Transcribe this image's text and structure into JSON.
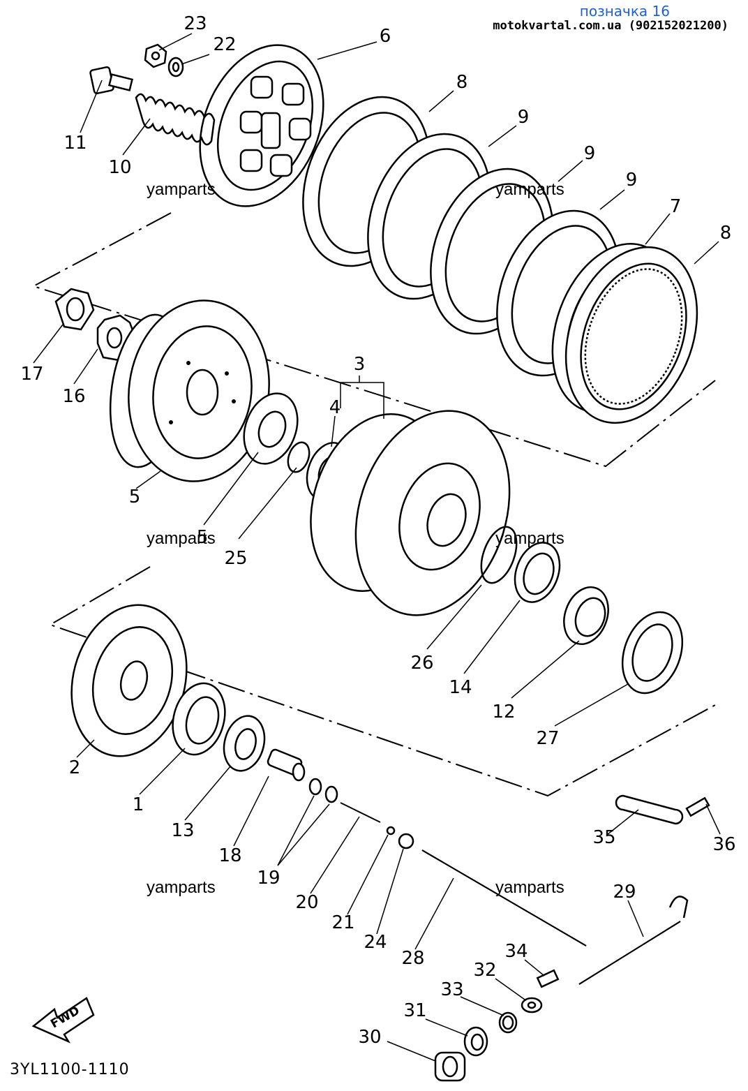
{
  "header": {
    "title": "позначка 16",
    "source": "motokvartal.com.ua (902152021200)"
  },
  "diagram_code": "3YL1100-1110",
  "fwd_label": "FWD",
  "watermarks": [
    "yamparts",
    "yamparts",
    "yamparts",
    "yamparts",
    "yamparts",
    "yamparts"
  ],
  "callouts": {
    "c23": "23",
    "c22": "22",
    "c6": "6",
    "c8a": "8",
    "c9a": "9",
    "c9b": "9",
    "c9c": "9",
    "c11": "11",
    "c10": "10",
    "c7": "7",
    "c8b": "8",
    "c17": "17",
    "c16": "16",
    "c3": "3",
    "c4": "4",
    "c5a": "5",
    "c5b": "5",
    "c25": "25",
    "c26": "26",
    "c14": "14",
    "c12": "12",
    "c27": "27",
    "c2": "2",
    "c1": "1",
    "c13": "13",
    "c18": "18",
    "c19": "19",
    "c20": "20",
    "c21": "21",
    "c24": "24",
    "c28": "28",
    "c35": "35",
    "c36": "36",
    "c29": "29",
    "c34": "34",
    "c32": "32",
    "c33": "33",
    "c31": "31",
    "c30": "30"
  }
}
